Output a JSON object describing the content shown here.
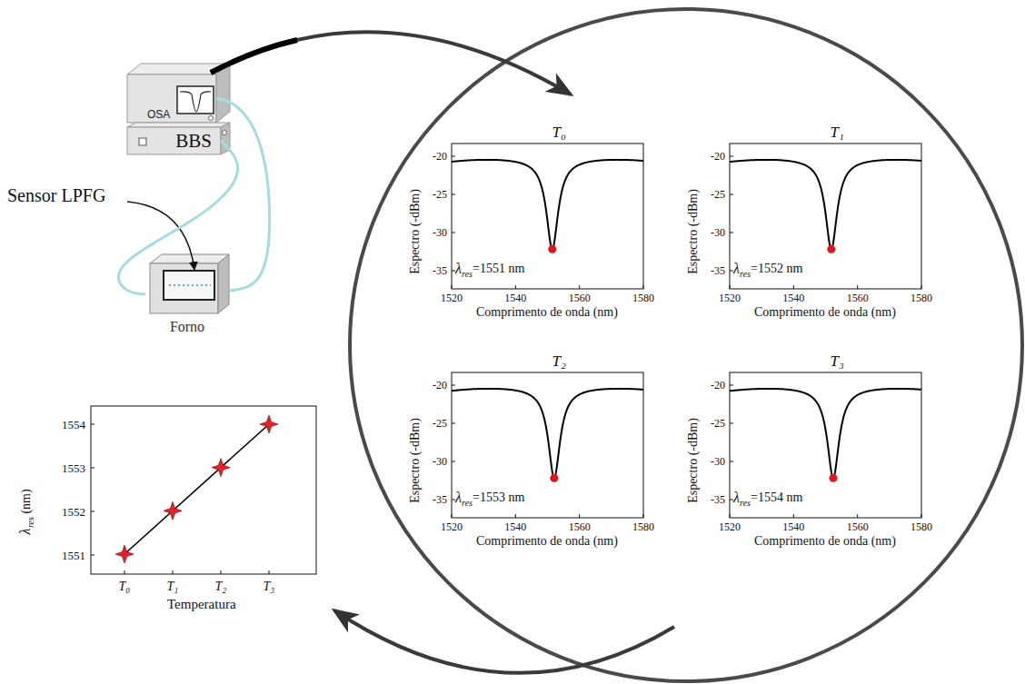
{
  "diagram": {
    "nodes": [
      {
        "text": [
          "OSA"
        ]
      },
      {
        "text": [
          "BBS"
        ]
      },
      {
        "text": [
          "Forno"
        ]
      }
    ],
    "edges": [
      {
        "from": 1,
        "to": 2,
        "arrow": "none"
      },
      {
        "from": 2,
        "to": 0,
        "arrow": "none"
      }
    ],
    "labels": [
      "T₀",
      "-20",
      "-25",
      "-30",
      "-35",
      "1520",
      "1540",
      "1560",
      "1580",
      "Espectro (-dBm)",
      "Comprimento de onda (nm)",
      "λ",
      "res",
      "=1551 nm",
      "T₁",
      "-20",
      "-25",
      "-30",
      "-35",
      "1520",
      "1540",
      "1560",
      "1580",
      "Espectro (-dBm)",
      "Comprimento de onda (nm)",
      "λ",
      "res",
      "=1552 nm",
      "T₂",
      "-20",
      "-25",
      "-30",
      "-35",
      "1520",
      "1540",
      "1560",
      "1580",
      "Espectro (-dBm)",
      "Comprimento de onda (nm)",
      "λ",
      "res",
      "=1553 nm",
      "T₃",
      "-20",
      "-25",
      "-30",
      "-35",
      "1520",
      "1540",
      "1560",
      "1580",
      "Espectro (-dBm)",
      "Comprimento de onda (nm)",
      "λ",
      "res",
      "=1554 nm",
      "1554",
      "1553",
      "1552",
      "1551",
      "λ",
      "res",
      "(nm)",
      "T₀",
      "T₁",
      "T₂",
      "T₃",
      "Temperatura",
      "Sensor LPFG"
    ]
  }
}
